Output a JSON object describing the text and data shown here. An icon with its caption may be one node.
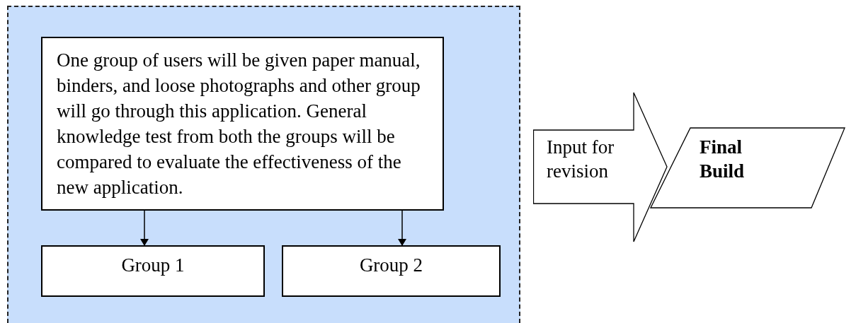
{
  "diagram": {
    "nodes": [
      {
        "text": [],
        "shape": "box"
      },
      {
        "text": [
          "One group of users will be given paper manual, binders, and loose photographs and other group will go through this application. General knowledge test from both the groups will be compared to evaluate the effectiveness of the new application."
        ],
        "in": 0
      },
      {
        "text": [
          "Group 1"
        ],
        "in": 0
      },
      {
        "text": [
          "Group 2"
        ],
        "in": 0
      },
      {
        "text": [
          "Input for revision"
        ]
      },
      {
        "text": [
          "Final Build"
        ]
      }
    ],
    "edges": [
      {
        "from": 1,
        "to": 2,
        "arrow": "to"
      },
      {
        "from": 1,
        "to": 3,
        "arrow": "to"
      }
    ]
  }
}
